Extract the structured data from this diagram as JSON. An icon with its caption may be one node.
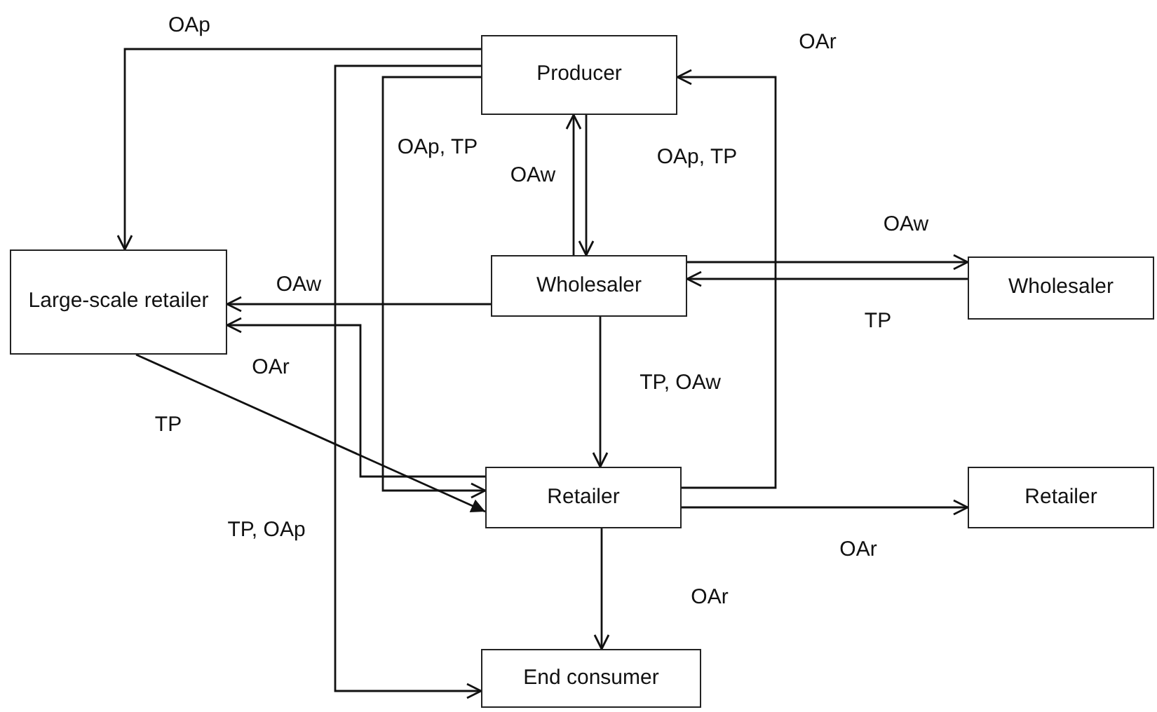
{
  "diagram": {
    "nodes": [
      {
        "text": [
          "Producer"
        ]
      },
      {
        "text": [
          "Large-scale retailer"
        ]
      },
      {
        "text": [
          "Wholesaler"
        ]
      },
      {
        "text": [
          "Wholesaler"
        ]
      },
      {
        "text": [
          "Retailer"
        ]
      },
      {
        "text": [
          "Retailer"
        ]
      },
      {
        "text": [
          "End consumer"
        ]
      }
    ],
    "edges": [
      {
        "from": 0,
        "to": 1,
        "arrow": "to",
        "label": "OAp"
      },
      {
        "from": 0,
        "to": 6,
        "arrow": "to",
        "label": "TP, OAp"
      },
      {
        "from": 0,
        "to": 4,
        "arrow": "to",
        "label": "OAp, TP"
      },
      {
        "from": 2,
        "to": 0,
        "arrow": "to",
        "label": "OAw"
      },
      {
        "from": 0,
        "to": 2,
        "arrow": "to",
        "label": "OAp, TP"
      },
      {
        "from": 2,
        "to": 3,
        "arrow": "to",
        "label": "OAw"
      },
      {
        "from": 3,
        "to": 2,
        "arrow": "to",
        "label": "TP"
      },
      {
        "from": 2,
        "to": 1,
        "arrow": "to",
        "label": "OAw"
      },
      {
        "from": 4,
        "to": 1,
        "arrow": "to",
        "label": "OAr"
      },
      {
        "from": 1,
        "to": 4,
        "arrow": "to",
        "label": "TP"
      },
      {
        "from": 2,
        "to": 4,
        "arrow": "to",
        "label": "TP, OAw"
      },
      {
        "from": 4,
        "to": 0,
        "arrow": "to",
        "label": "OAr"
      },
      {
        "from": 4,
        "to": 5,
        "arrow": "to",
        "label": "OAr"
      },
      {
        "from": 4,
        "to": 6,
        "arrow": "to",
        "label": "OAr"
      }
    ]
  }
}
